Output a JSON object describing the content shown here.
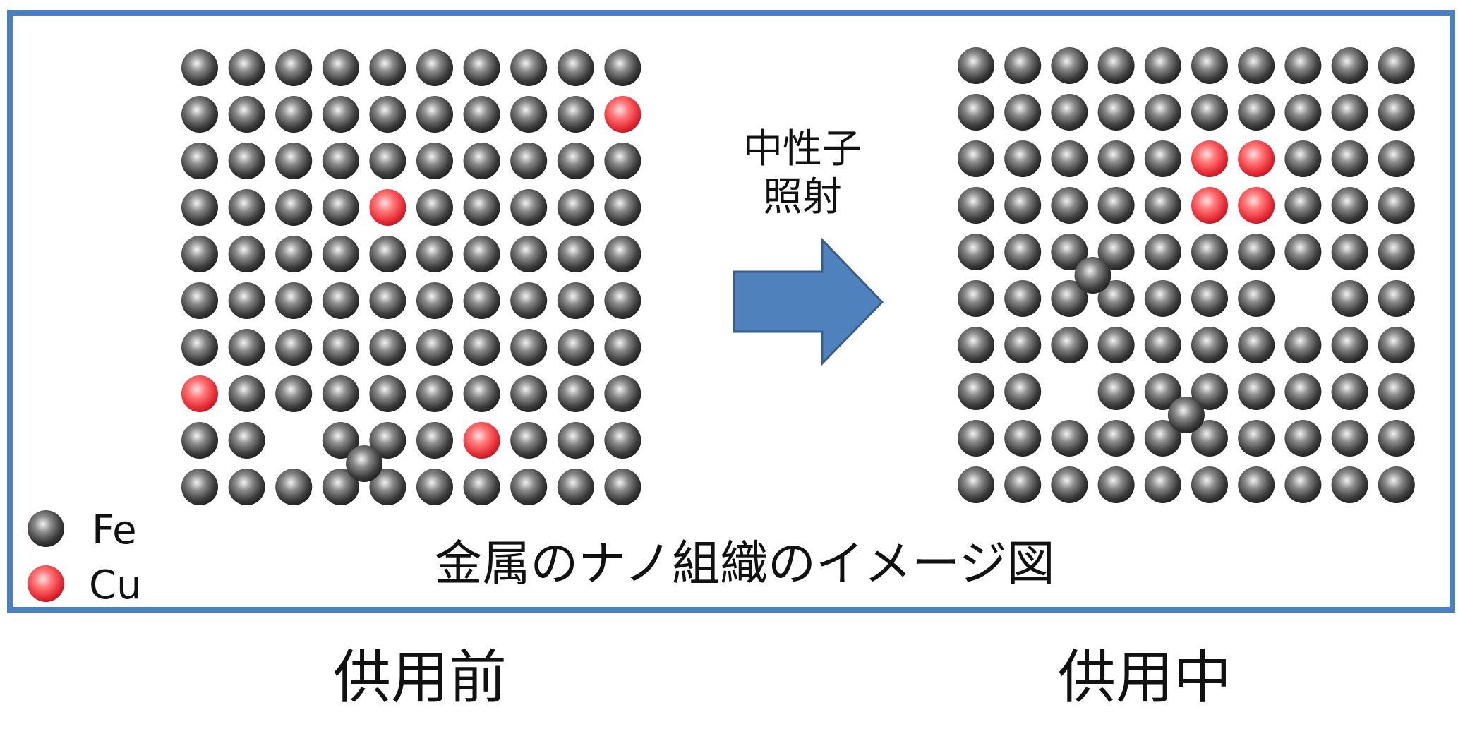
{
  "diagram": {
    "caption": "金属のナノ組織のイメージ図",
    "arrow_label": [
      "中性子",
      "照射"
    ],
    "legend": [
      {
        "label": "Fe",
        "element": "Fe"
      },
      {
        "label": "Cu",
        "element": "Cu"
      }
    ],
    "panels": [
      {
        "label": "供用前",
        "rows": [
          "FFFFFFFFFF",
          "FFFFFFFFFC",
          "FFFFFFFFFF",
          "FFFFCFFFFF",
          "FFFFFFFFFF",
          "FFFFFFFFFF",
          "FFFFFFFFFF",
          "CFFFFFFFFF",
          "FF.FFFCFFF",
          "FFFFFFFFFF"
        ],
        "interstitials": [
          [
            8.5,
            3.5
          ]
        ]
      },
      {
        "label": "供用中",
        "rows": [
          "FFFFFFFFFF",
          "FFFFFFFFFF",
          "FFFFFCCFFF",
          "FFFFFCCFFF",
          "FFFFFFFFFF",
          "FFFFFFF.FF",
          "FFFFFFFFFF",
          "FF.FFFFFFF",
          "FFFFFFFFFF",
          "FFFFFFFFFF"
        ],
        "interstitials": [
          [
            4.5,
            2.5
          ],
          [
            7.5,
            4.5
          ]
        ]
      }
    ],
    "colors": {
      "frame": "#4a7fc1",
      "arrow_fill": "#4f81bd",
      "arrow_stroke": "#385d8a",
      "fe": "#555555",
      "cu": "#e8303a"
    }
  }
}
